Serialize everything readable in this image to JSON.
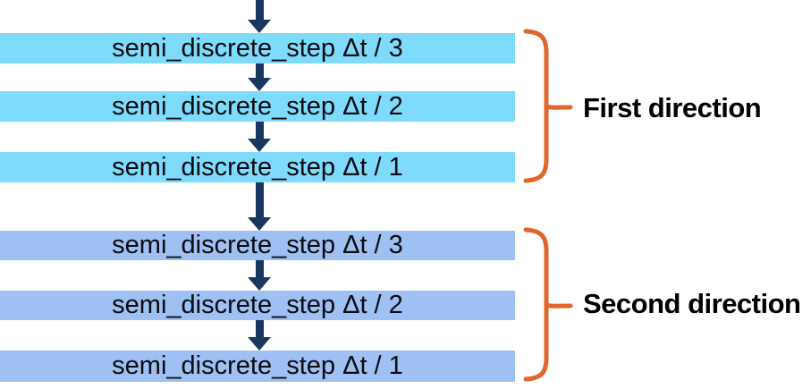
{
  "diagram": {
    "type": "flow-diagram",
    "background": "#FFFFFF",
    "groups": [
      {
        "label": "First direction",
        "box_color": "#7EDBFB",
        "boxes": [
          "semi_discrete_step Δt / 3",
          "semi_discrete_step Δt / 2",
          "semi_discrete_step Δt / 1"
        ]
      },
      {
        "label": "Second direction",
        "box_color": "#9FC0F3",
        "boxes": [
          "semi_discrete_step Δt / 3",
          "semi_discrete_step Δt / 2",
          "semi_discrete_step Δt / 1"
        ]
      }
    ],
    "colors": {
      "arrow": "#17375E",
      "brace": "#E0662B",
      "box_text": "#0B0B10",
      "label_text": "#000000"
    },
    "icons": {
      "connector": "down-arrow-icon",
      "grouping": "right-curly-brace-icon"
    }
  }
}
